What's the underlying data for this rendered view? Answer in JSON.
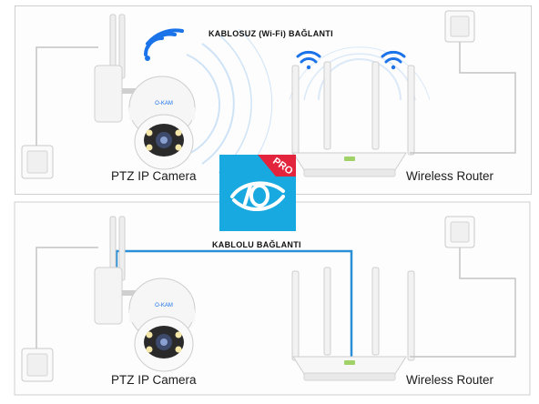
{
  "wireless_section": {
    "title": "KABLOSUZ (Wi-Fi) BAĞLANTI",
    "camera_label": "PTZ IP Camera",
    "router_label": "Wireless Router",
    "camera_brand": "O-KAM"
  },
  "wired_section": {
    "title": "KABLOLU BAĞLANTI",
    "camera_label": "PTZ IP Camera",
    "router_label": "Wireless Router",
    "camera_brand": "O-KAM"
  },
  "app_logo": {
    "badge": "PRO"
  },
  "colors": {
    "wifi_accent": "#1a73e8",
    "cable": "#2a8fd6",
    "logo_background": "#17a9e0",
    "pro_badge": "#e2253d",
    "panel_border": "#cfcfcf"
  }
}
